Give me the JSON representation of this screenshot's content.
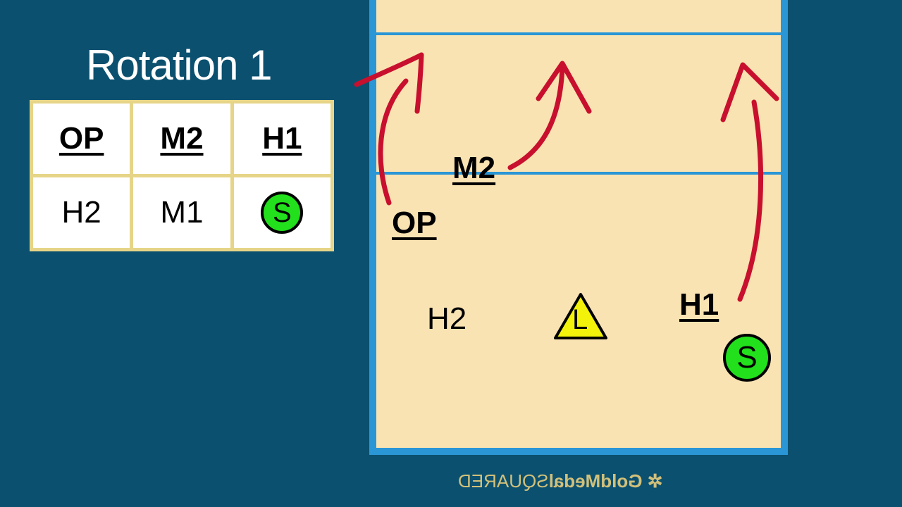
{
  "title": "Rotation 1",
  "table": {
    "headers": [
      "OP",
      "M2",
      "H1"
    ],
    "row": [
      "H2",
      "M1",
      "S"
    ]
  },
  "court": {
    "players": {
      "op": "OP",
      "m2": "M2",
      "h1": "H1",
      "h2": "H2",
      "libero": "L",
      "setter": "S"
    }
  },
  "logo": {
    "bold": "GoldMedal",
    "thin": "SQUARED"
  },
  "colors": {
    "background": "#0b506f",
    "court": "#fae3b2",
    "court_lines": "#2a96d6",
    "arrow": "#c8102e",
    "setter": "#22e01c",
    "libero": "#f2f20a",
    "table_border": "#e6d588"
  },
  "icons": [
    "arrow-op-icon",
    "arrow-m2-icon",
    "arrow-h1-icon",
    "libero-triangle-icon",
    "setter-circle-icon",
    "logo-star-icon"
  ]
}
